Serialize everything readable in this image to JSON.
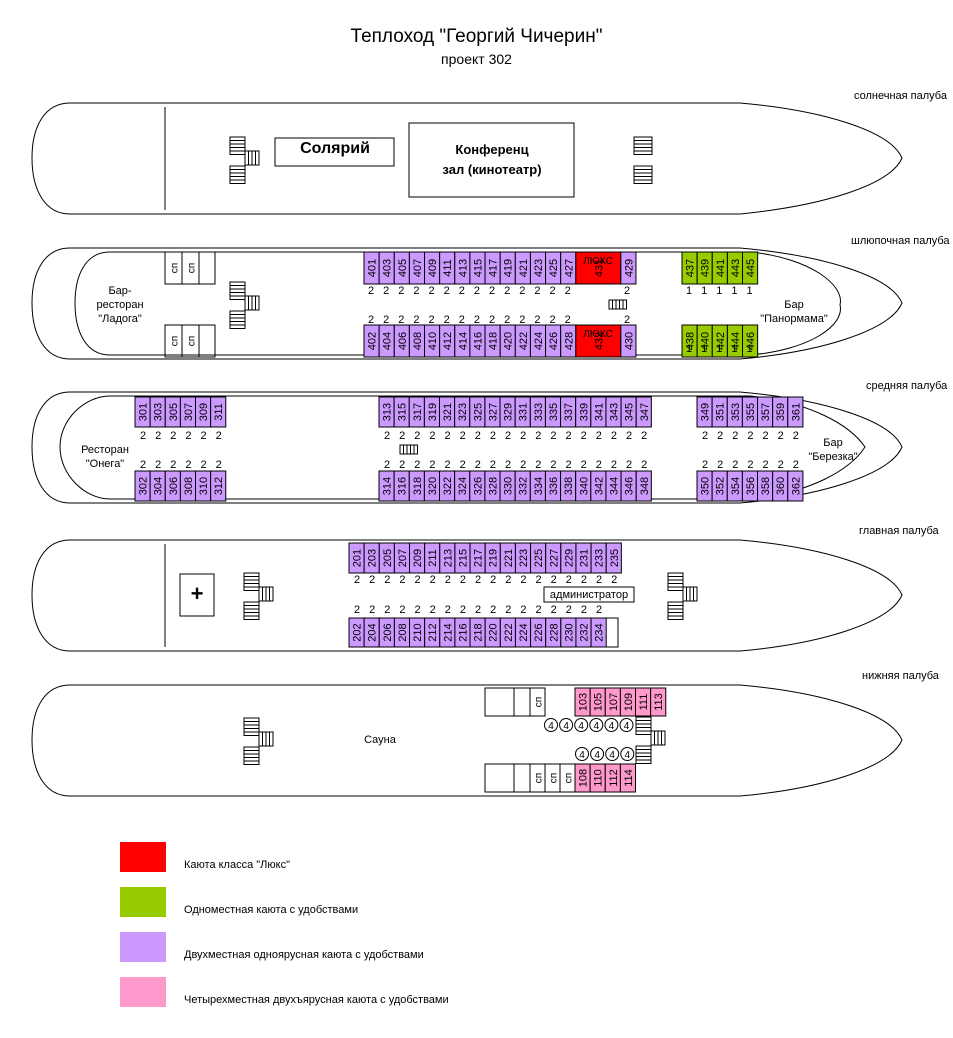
{
  "header": {
    "title": "Теплоход \"Георгий Чичерин\"",
    "subtitle": "проект 302"
  },
  "decks": {
    "sun": "солнечная палуба",
    "boat": "шлюпочная палуба",
    "middle": "средняя палуба",
    "main": "главная палуба",
    "lower": "нижняя палуба"
  },
  "rooms": {
    "solarium": "Солярий",
    "conference": "Конференц\nзал (кинотеатр)",
    "bar_ladoga": "Бар-\nресторан\n\"Ладога\"",
    "bar_panorama": "Бар\n\"Панормама\"",
    "restaurant_onega": "Ресторан\n\"Онега\"",
    "bar_berezka": "Бар\n\"Березка\"",
    "administrator": "администратор",
    "sauna": "Сауна",
    "first_aid": "+",
    "sp": "сп",
    "lux": "ЛЮКС"
  },
  "colors": {
    "lux": "#ff0000",
    "single": "#99cc00",
    "double": "#cc99ff",
    "quad": "#ff99cc"
  },
  "cabins": {
    "boat_top_double": [
      "401",
      "403",
      "405",
      "407",
      "409",
      "411",
      "413",
      "415",
      "417",
      "419",
      "421",
      "423",
      "425",
      "427"
    ],
    "boat_top_lux": "431",
    "boat_top_double_end": "429",
    "boat_bottom_double": [
      "402",
      "404",
      "406",
      "408",
      "410",
      "412",
      "414",
      "416",
      "418",
      "420",
      "422",
      "424",
      "426",
      "428"
    ],
    "boat_bottom_lux": "432",
    "boat_bottom_double_end": "430",
    "boat_top_single": [
      "437",
      "439",
      "441",
      "443",
      "445"
    ],
    "boat_bottom_single": [
      "438",
      "440",
      "442",
      "444",
      "446"
    ],
    "middle_top_left": [
      "301",
      "303",
      "305",
      "307",
      "309",
      "311"
    ],
    "middle_bottom_left": [
      "302",
      "304",
      "306",
      "308",
      "310",
      "312"
    ],
    "middle_top_center": [
      "313",
      "315",
      "317",
      "319",
      "321",
      "323",
      "325",
      "327",
      "329",
      "331",
      "333",
      "335",
      "337",
      "339",
      "341",
      "343",
      "345",
      "347"
    ],
    "middle_bottom_center": [
      "314",
      "316",
      "318",
      "320",
      "322",
      "324",
      "326",
      "328",
      "330",
      "332",
      "334",
      "336",
      "338",
      "340",
      "342",
      "344",
      "346",
      "348"
    ],
    "middle_top_right": [
      "349",
      "351",
      "353",
      "355",
      "357",
      "359",
      "361"
    ],
    "middle_bottom_right": [
      "350",
      "352",
      "354",
      "356",
      "358",
      "360",
      "362"
    ],
    "main_top": [
      "201",
      "203",
      "205",
      "207",
      "209",
      "211",
      "213",
      "215",
      "217",
      "219",
      "221",
      "223",
      "225",
      "227",
      "229",
      "231",
      "233",
      "235"
    ],
    "main_bottom": [
      "202",
      "204",
      "206",
      "208",
      "210",
      "212",
      "214",
      "216",
      "218",
      "220",
      "222",
      "224",
      "226",
      "228",
      "230",
      "232",
      "234"
    ],
    "lower_top": [
      "103",
      "105",
      "107",
      "109",
      "111",
      "113"
    ],
    "lower_bottom": [
      "108",
      "110",
      "112",
      "114"
    ]
  },
  "berths": {
    "two": "2",
    "one": "1",
    "four": "4"
  },
  "legend": [
    {
      "color": "#ff0000",
      "label": "Каюта класса \"Люкс\""
    },
    {
      "color": "#99cc00",
      "label": "Одноместная каюта с удобствами"
    },
    {
      "color": "#cc99ff",
      "label": "Двухместная одноярусная каюта с удобствами"
    },
    {
      "color": "#ff99cc",
      "label": "Четырехместная двухъярусная каюта с удобствами"
    }
  ]
}
